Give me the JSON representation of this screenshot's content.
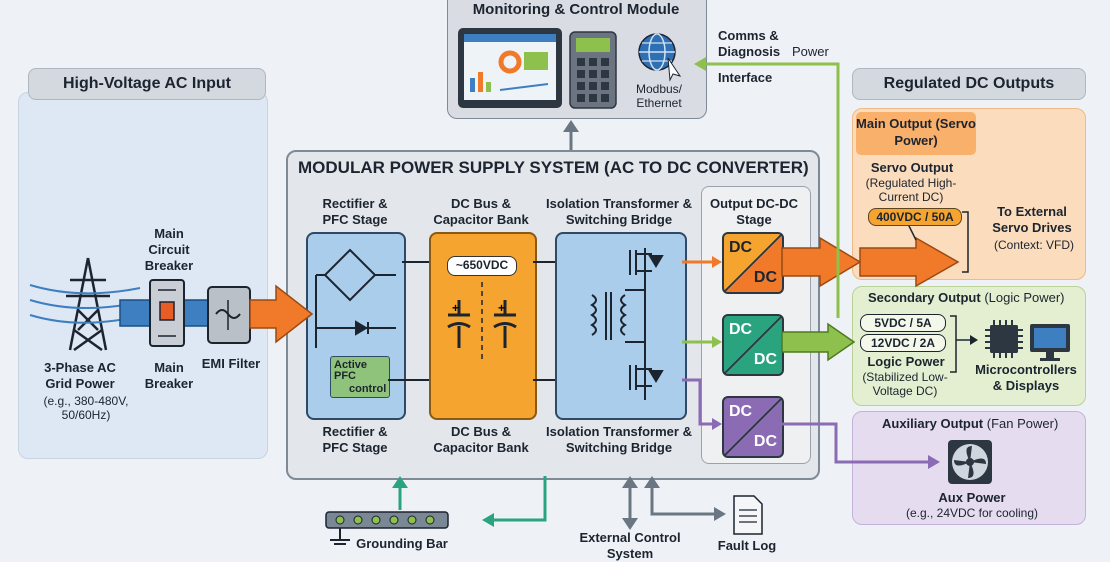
{
  "monitoring": {
    "title": "Monitoring & Control Module",
    "modbus_label": "Modbus/ Ethernet",
    "comms_label": "Comms & Diagnosis",
    "power_label": "Power",
    "interface_label": "Interface"
  },
  "input": {
    "header": "High-Voltage AC Input",
    "breaker_top": "Main Circuit Breaker",
    "breaker_bottom": "Main Breaker",
    "grid_label": "3-Phase AC Grid Power",
    "grid_detail": "(e.g., 380-480V, 50/60Hz)",
    "emi_label": "EMI Filter"
  },
  "system": {
    "title": "MODULAR POWER SUPPLY SYSTEM (AC TO DC CONVERTER)",
    "rectifier_top": "Rectifier & PFC Stage",
    "rectifier_bottom": "Rectifier & PFC Stage",
    "pfc_label_1": "Active",
    "pfc_label_2": "PFC",
    "pfc_label_3": "control",
    "dcbus_top": "DC Bus & Capacitor Bank",
    "dcbus_bottom": "DC Bus & Capacitor Bank",
    "dcbus_voltage": "~650VDC",
    "iso_top": "Isolation Transformer & Switching Bridge",
    "iso_bottom": "Isolation Transformer & Switching Bridge",
    "output_stage": "Output DC-DC Stage",
    "dc_text": "DC"
  },
  "outputs": {
    "header": "Regulated DC Outputs",
    "main_title": "Main Output (Servo Power)",
    "servo_title": "Servo Output",
    "servo_detail": "(Regulated High-Current DC)",
    "servo_rating": "400VDC / 50A",
    "servo_dest": "To External Servo Drives",
    "servo_context": "(Context: VFD)",
    "secondary_title": "Secondary Output",
    "secondary_sub": "(Logic Power)",
    "logic_rating_1": "5VDC / 5A",
    "logic_rating_2": "12VDC / 2A",
    "logic_title": "Logic Power",
    "logic_detail": "(Stabilized Low-Voltage DC)",
    "logic_dest": "Microcontrollers & Displays",
    "aux_title": "Auxiliary Output",
    "aux_sub": "(Fan Power)",
    "aux_label": "Aux Power",
    "aux_detail": "(e.g., 24VDC for cooling)"
  },
  "bottom": {
    "grounding": "Grounding Bar",
    "external": "External Control System",
    "fault": "Fault Log"
  },
  "colors": {
    "orange": "#f07a2a",
    "green": "#8dc04c",
    "purple": "#8b6bb3",
    "blue_stage": "#a9cdea",
    "amber_stage": "#f5a42f",
    "teal_arrow": "#2aa37f"
  },
  "icons": [
    "transmission-tower-icon",
    "circuit-breaker-icon",
    "emi-filter-icon",
    "monitor-dashboard-icon",
    "keypad-icon",
    "globe-icon",
    "chip-icon",
    "computer-monitor-icon",
    "fan-icon",
    "document-icon"
  ]
}
